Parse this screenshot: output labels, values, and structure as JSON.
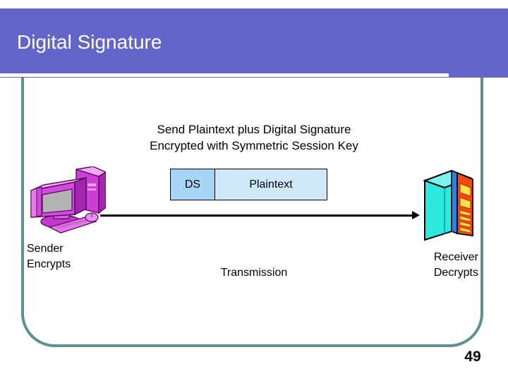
{
  "slide": {
    "title": "Digital Signature",
    "page_number": "49",
    "colors": {
      "banner": "#6366C8",
      "frame": "#5F8F90",
      "ds_box": "#A8D4F5",
      "plaintext_box": "#CFE9FB",
      "sender_clipart": "#CC44CC",
      "receiver_clipart": "#33E0E0",
      "receiver_panel": "#F04A10",
      "title_text": "#FFFFFF",
      "body_text": "#000000"
    }
  },
  "diagram": {
    "caption_line1": "Send Plaintext plus Digital Signature",
    "caption_line2": "Encrypted with Symmetric Session Key",
    "packet": {
      "ds_label": "DS",
      "plaintext_label": "Plaintext"
    },
    "sender": {
      "line1": "Sender",
      "line2": "Encrypts",
      "icon": "desktop-computer-icon"
    },
    "receiver": {
      "line1": "Receiver",
      "line2": "Decrypts",
      "icon": "server-rack-icon"
    },
    "transmission_label": "Transmission",
    "arrow": {
      "direction": "left-to-right",
      "icon": "arrow-right-icon"
    }
  }
}
